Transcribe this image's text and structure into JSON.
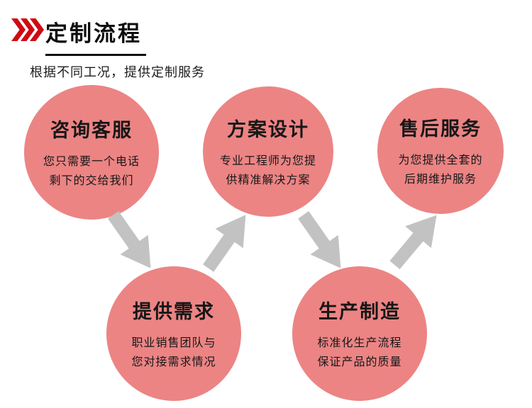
{
  "header": {
    "title": "定制流程",
    "subtitle": "根据不同工况，提供定制服务"
  },
  "colors": {
    "accent_red": "#cf0a12",
    "circle_pink": "#ec8484",
    "arrow_gray": "#c2c2c2",
    "text_dark": "#171717"
  },
  "steps": [
    {
      "id": "consult",
      "title": "咨询客服",
      "lines": [
        "您只需要一个电话",
        "剩下的交给我们"
      ]
    },
    {
      "id": "design",
      "title": "方案设计",
      "lines": [
        "专业工程师为您提",
        "供精准解决方案"
      ]
    },
    {
      "id": "after-sales",
      "title": "售后服务",
      "lines": [
        "为您提供全套的",
        "后期维护服务"
      ]
    },
    {
      "id": "requirements",
      "title": "提供需求",
      "lines": [
        "职业销售团队与",
        "您对接需求情况"
      ]
    },
    {
      "id": "production",
      "title": "生产制造",
      "lines": [
        "标准化生产流程",
        "保证产品的质量"
      ]
    }
  ]
}
